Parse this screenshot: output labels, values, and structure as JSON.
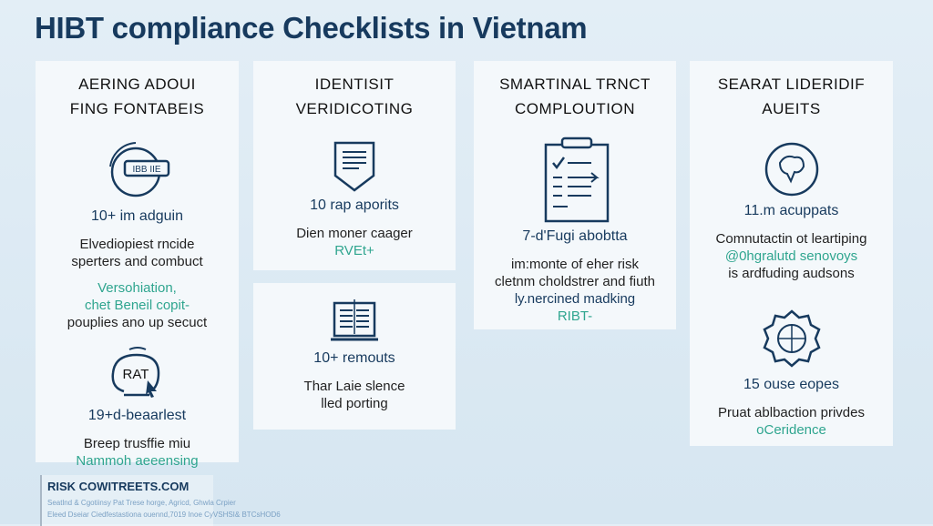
{
  "title": "HIBT compliance Checklists in Vietnam",
  "cards": [
    {
      "heading1": "AERING ADOUI",
      "heading2": "FING FONTABEIS",
      "icon_text": "IBB IIE",
      "stat": "10+ im adguin",
      "body1": "Elvediopiest rncide",
      "body2": "sperters and combuct",
      "teal1": "Versohiation,",
      "teal2": "chet Beneil copit-",
      "body3": "pouplies ano up secuct",
      "icon2_text": "RAT",
      "stat2": "19+d-beaarlest",
      "body4": "Breep trusffie miu",
      "teal3": "Nammoh aeeensing"
    },
    {
      "heading1": "IDENTISIT",
      "heading2": "VERIDICOTING",
      "stat": "10 rap aporits",
      "body1": "Dien moner caager",
      "teal1": "RVEt+"
    },
    {
      "stat": "10+ remouts",
      "body1": "Thar Laie slence",
      "body2": "lled porting"
    },
    {
      "heading1": "SMARTINAL TRNCT",
      "heading2": "COMPLOUTION",
      "stat": "7-d'Fugi abobtta",
      "body1": "im:monte of eher risk",
      "body2": "cletnm choldstrer and fiuth",
      "body3": "ly.nercined madking",
      "teal1": "RIBT-"
    },
    {
      "heading1": "SEARAT LIDERIDIF",
      "heading2": "AUEITS",
      "stat": "11.m acuppats",
      "body1": "Comnutactin ot leartiping",
      "teal1": "@0hgralutd senovoys",
      "body2": "is ardfuding audsons",
      "stat2": "15 ouse eopes",
      "body3": "Pruat ablbaction privdes",
      "teal2": "oCeridence"
    }
  ],
  "footer": {
    "title": "RISK COWITREETS.COM",
    "line1": "Seatlnd & Cgotiinsy Pat Trese horge, Agricd, Ghwla Crpier",
    "line2": "Eleed Dseiar Ciedfestastiona ouennd,7019 Inoe CyVSHSI& BTCsHOD6"
  },
  "colors": {
    "navy": "#173a5e",
    "teal": "#2fa58f",
    "background": "#dbe9f3"
  }
}
